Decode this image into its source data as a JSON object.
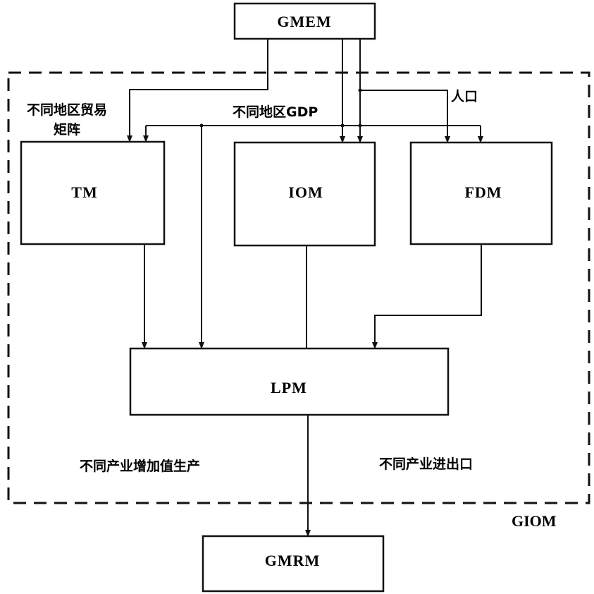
{
  "diagram": {
    "container": {
      "label": "GIOM",
      "style": "dashed"
    },
    "nodes": {
      "gmem": {
        "label": "GMEM"
      },
      "tm": {
        "label": "TM"
      },
      "iom": {
        "label": "IOM"
      },
      "fdm": {
        "label": "FDM"
      },
      "lpm": {
        "label": "LPM"
      },
      "gmrm": {
        "label": "GMRM"
      }
    },
    "edge_labels": {
      "trade_matrix_line1": "不同地区贸易",
      "trade_matrix_line2": "矩阵",
      "regional_gdp": "不同地区GDP",
      "population": "人口",
      "value_added": "不同产业增加值生产",
      "import_export": "不同产业进出口"
    },
    "edges": [
      {
        "from": "GMEM",
        "to": "TM",
        "label": "不同地区贸易矩阵"
      },
      {
        "from": "GMEM",
        "to": "TM",
        "label": "不同地区GDP"
      },
      {
        "from": "GMEM",
        "to": "IOM",
        "label": "不同地区GDP"
      },
      {
        "from": "GMEM",
        "to": "IOM",
        "label": "人口"
      },
      {
        "from": "GMEM",
        "to": "FDM",
        "label": "人口"
      },
      {
        "from": "GMEM",
        "to": "FDM",
        "label": "不同地区GDP"
      },
      {
        "from": "GMEM",
        "to": "LPM",
        "label": "不同地区GDP"
      },
      {
        "from": "TM",
        "to": "LPM",
        "label": ""
      },
      {
        "from": "IOM",
        "to": "LPM",
        "label": ""
      },
      {
        "from": "FDM",
        "to": "LPM",
        "label": ""
      },
      {
        "from": "LPM",
        "to": "GMRM",
        "label": "不同产业增加值生产 / 不同产业进出口"
      }
    ],
    "colors": {
      "stroke": "#111111",
      "background": "#ffffff"
    }
  }
}
